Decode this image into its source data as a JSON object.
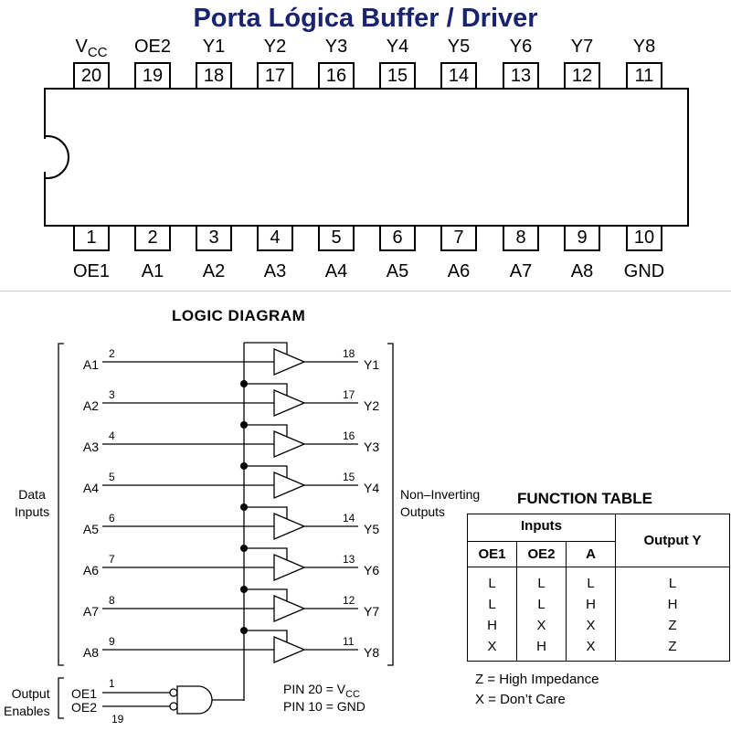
{
  "title": "Porta Lógica Buffer / Driver",
  "chip": {
    "top_pins": [
      {
        "label": "V",
        "sub": "CC",
        "num": "20"
      },
      {
        "label": "OE2",
        "num": "19"
      },
      {
        "label": "Y1",
        "num": "18"
      },
      {
        "label": "Y2",
        "num": "17"
      },
      {
        "label": "Y3",
        "num": "16"
      },
      {
        "label": "Y4",
        "num": "15"
      },
      {
        "label": "Y5",
        "num": "14"
      },
      {
        "label": "Y6",
        "num": "13"
      },
      {
        "label": "Y7",
        "num": "12"
      },
      {
        "label": "Y8",
        "num": "11"
      }
    ],
    "bottom_pins": [
      {
        "label": "OE1",
        "num": "1"
      },
      {
        "label": "A1",
        "num": "2"
      },
      {
        "label": "A2",
        "num": "3"
      },
      {
        "label": "A3",
        "num": "4"
      },
      {
        "label": "A4",
        "num": "5"
      },
      {
        "label": "A5",
        "num": "6"
      },
      {
        "label": "A6",
        "num": "7"
      },
      {
        "label": "A7",
        "num": "8"
      },
      {
        "label": "A8",
        "num": "9"
      },
      {
        "label": "GND",
        "num": "10"
      }
    ]
  },
  "logic": {
    "heading": "LOGIC DIAGRAM",
    "buffers": [
      {
        "input": "A1",
        "in_pin": "2",
        "out_pin": "18",
        "output": "Y1"
      },
      {
        "input": "A2",
        "in_pin": "3",
        "out_pin": "17",
        "output": "Y2"
      },
      {
        "input": "A3",
        "in_pin": "4",
        "out_pin": "16",
        "output": "Y3"
      },
      {
        "input": "A4",
        "in_pin": "5",
        "out_pin": "15",
        "output": "Y4"
      },
      {
        "input": "A5",
        "in_pin": "6",
        "out_pin": "14",
        "output": "Y5"
      },
      {
        "input": "A6",
        "in_pin": "7",
        "out_pin": "13",
        "output": "Y6"
      },
      {
        "input": "A7",
        "in_pin": "8",
        "out_pin": "12",
        "output": "Y7"
      },
      {
        "input": "A8",
        "in_pin": "9",
        "out_pin": "11",
        "output": "Y8"
      }
    ],
    "data_inputs_label": [
      "Data",
      "Inputs"
    ],
    "outputs_label": [
      "Non–Inverting",
      "Outputs"
    ],
    "enables_label": [
      "Output",
      "Enables"
    ],
    "oe1": {
      "label": "OE1",
      "pin": "1"
    },
    "oe2": {
      "label": "OE2",
      "pin": "19"
    },
    "pin20_note": {
      "prefix": "PIN 20 = V",
      "sub": "CC"
    },
    "pin10_note": "PIN 10 = GND"
  },
  "function_table": {
    "heading": "FUNCTION TABLE",
    "group_header": "Inputs",
    "columns": [
      "OE1",
      "OE2",
      "A"
    ],
    "output_header": "Output Y",
    "rows": [
      [
        "L",
        "L",
        "L",
        "L"
      ],
      [
        "L",
        "L",
        "H",
        "H"
      ],
      [
        "H",
        "X",
        "X",
        "Z"
      ],
      [
        "X",
        "H",
        "X",
        "Z"
      ]
    ],
    "legend": [
      "Z = High Impedance",
      "X = Don’t Care"
    ]
  }
}
